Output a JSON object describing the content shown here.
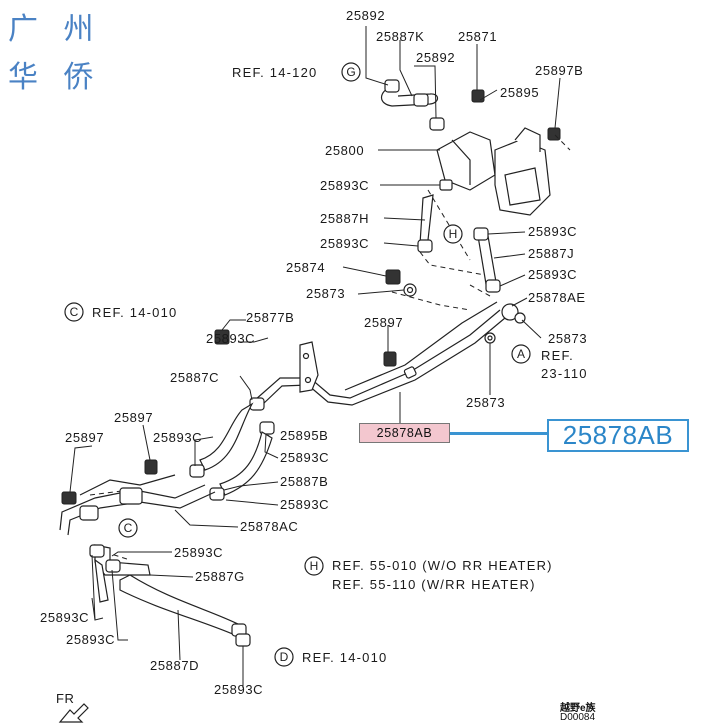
{
  "watermark": {
    "line1": "广 州",
    "line2": "华 侨"
  },
  "highlight": {
    "part_label": "25878AB",
    "callout_label": "25878AB"
  },
  "labels": {
    "p25892a": "25892",
    "p25887k": "25887K",
    "p25871": "25871",
    "p25892b": "25892",
    "p25897b": "25897B",
    "p25895": "25895",
    "p25800": "25800",
    "p25893c_1": "25893C",
    "p25887h": "25887H",
    "p25893c_2": "25893C",
    "p25893c_3": "25893C",
    "p25887j": "25887J",
    "p25874": "25874",
    "p25893c_4": "25893C",
    "p25873a": "25873",
    "p25878ae": "25878AE",
    "p25873b": "25873",
    "p25877b": "25877B",
    "p25897a": "25897",
    "p25893c_5": "25893C",
    "p25873c": "25873",
    "p25887c": "25887C",
    "p25897c": "25897",
    "p25897d": "25897",
    "p25893c_6": "25893C",
    "p25895b": "25895B",
    "p25893c_7": "25893C",
    "p25887b": "25887B",
    "p25893c_8": "25893C",
    "p25878ac": "25878AC",
    "p25893c_9": "25893C",
    "p25887g": "25887G",
    "p25893c_10": "25893C",
    "p25893c_11": "25893C",
    "p25887d": "25887D",
    "p25893c_12": "25893C"
  },
  "refs": {
    "ref_g": "REF. 14-120",
    "ref_c": "REF. 14-010",
    "ref_a1": "REF.",
    "ref_a2": "23-110",
    "ref_h1": "REF. 55-010 (W/O RR HEATER)",
    "ref_h2": "REF. 55-110 (W/RR HEATER)",
    "ref_d": "REF. 14-010"
  },
  "markers": {
    "g": "G",
    "h1": "H",
    "c1": "C",
    "a": "A",
    "c2": "C",
    "h2": "H",
    "d": "D"
  },
  "footer": {
    "logo": "越野e族",
    "code": "D00084",
    "front": "FR"
  }
}
